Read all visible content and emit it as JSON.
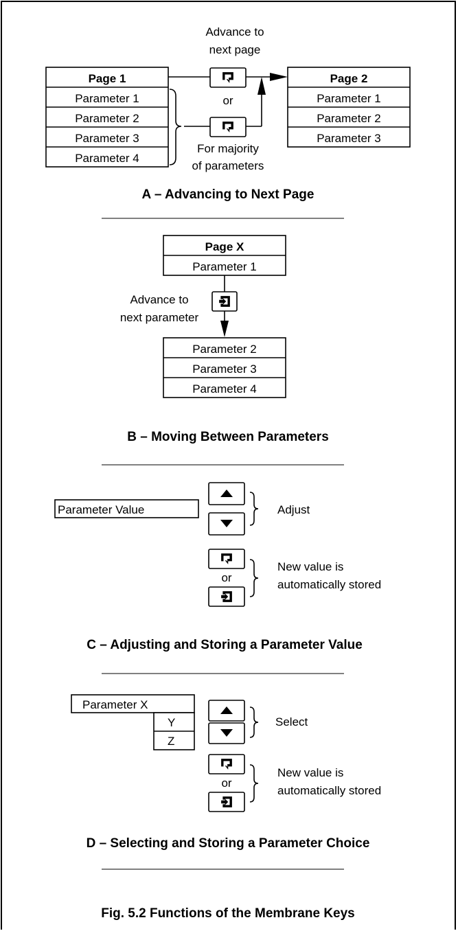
{
  "section_a": {
    "advance_label_1": "Advance to",
    "advance_label_2": "next page",
    "page1_title": "Page 1",
    "page1_params": [
      "Parameter 1",
      "Parameter 2",
      "Parameter 3",
      "Parameter 4"
    ],
    "page2_title": "Page 2",
    "page2_params": [
      "Parameter 1",
      "Parameter 2",
      "Parameter 3"
    ],
    "or_label": "or",
    "majority_label_1": "For majority",
    "majority_label_2": "of parameters",
    "caption": "A – Advancing to Next Page"
  },
  "section_b": {
    "pagex_title": "Page X",
    "pagex_param": "Parameter 1",
    "advance_label_1": "Advance to",
    "advance_label_2": "next parameter",
    "params": [
      "Parameter 2",
      "Parameter 3",
      "Parameter 4"
    ],
    "caption": "B – Moving Between Parameters"
  },
  "section_c": {
    "value_box": "Parameter Value",
    "adjust_label": "Adjust",
    "or_label": "or",
    "stored_label_1": "New value is",
    "stored_label_2": "automatically stored",
    "caption": "C – Adjusting and Storing a Parameter Value"
  },
  "section_d": {
    "param_x": "Parameter X",
    "choice_y": "Y",
    "choice_z": "Z",
    "select_label": "Select",
    "or_label": "or",
    "stored_label_1": "New value is",
    "stored_label_2": "automatically stored",
    "caption": "D – Selecting and Storing a Parameter Choice"
  },
  "figure_caption": "Fig. 5.2 Functions of the Membrane Keys",
  "icons": {
    "page_key": "page-advance-key-icon",
    "scroll_key": "parameter-advance-key-icon",
    "up_key": "up-arrow-key-icon",
    "down_key": "down-arrow-key-icon"
  }
}
